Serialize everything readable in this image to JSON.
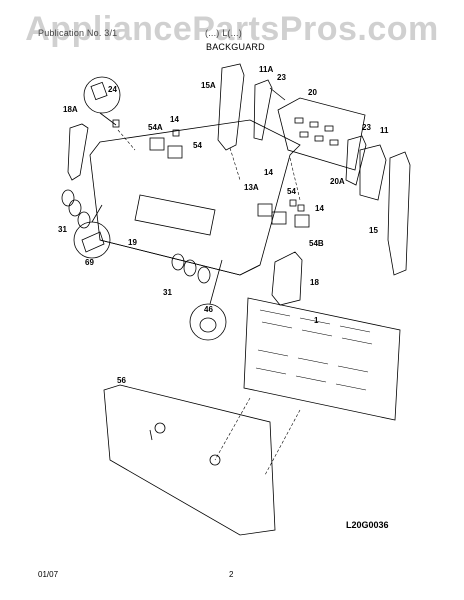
{
  "watermark": "AppliancePartsPros.com",
  "header": {
    "left": "Publication No. 3/1",
    "right": "(...) L(...)"
  },
  "section_title": "BACKGUARD",
  "parts": {
    "p24": "24",
    "p18A": "18A",
    "p14a": "14",
    "p54A": "54A",
    "p54a": "54",
    "p31a": "31",
    "p69": "69",
    "p19": "19",
    "p15A": "15A",
    "p11A": "11A",
    "p23a": "23",
    "p20": "20",
    "p23b": "23",
    "p11": "11",
    "p20A": "20A",
    "p14b": "14",
    "p13A": "13A",
    "p54b": "54",
    "p14c": "14",
    "p15": "15",
    "p54B": "54B",
    "p18": "18",
    "p31b": "31",
    "p46": "46",
    "p1": "1",
    "p56": "56"
  },
  "diagram_code": "L20G0036",
  "footer": {
    "date": "01/07",
    "page": "2"
  }
}
